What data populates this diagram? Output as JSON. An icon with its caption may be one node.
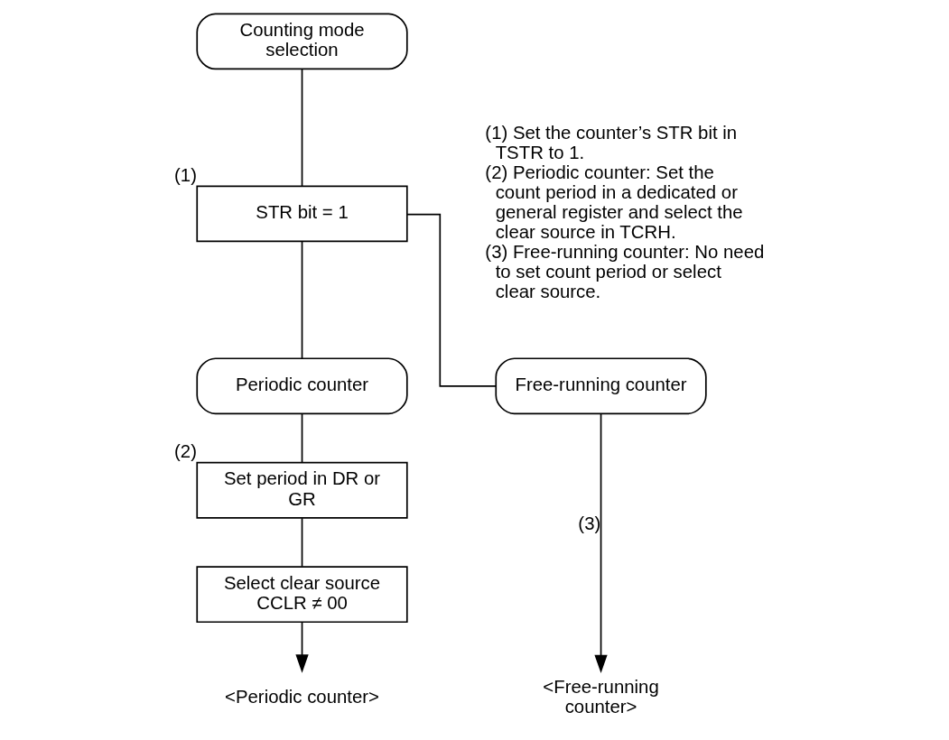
{
  "diagram": {
    "nodes": [
      {
        "text": [
          "Counting mode selection"
        ]
      },
      {
        "text": [
          "STR bit = 1"
        ],
        "beside": [
          "(1)"
        ]
      },
      {
        "text": [
          "Periodic counter"
        ]
      },
      {
        "text": [
          "Free-running counter"
        ]
      },
      {
        "text": [
          "Set period in DR or GR"
        ],
        "beside": [
          "(2)"
        ]
      },
      {
        "text": [
          "Select clear source CCLR ≠ 00"
        ]
      },
      {
        "text": [
          "<Periodic counter>"
        ]
      },
      {
        "text": [
          "<Free-running counter>"
        ]
      }
    ],
    "edges": [
      {
        "from": 0,
        "to": 1,
        "arrow": "none"
      },
      {
        "from": 1,
        "to": 2,
        "arrow": "none"
      },
      {
        "from": 1,
        "to": 3,
        "arrow": "none"
      },
      {
        "from": 2,
        "to": 4,
        "arrow": "none"
      },
      {
        "from": 4,
        "to": 5,
        "arrow": "none"
      },
      {
        "from": 5,
        "to": 6,
        "arrow": "to"
      },
      {
        "from": 3,
        "to": 7,
        "arrow": "to",
        "label": "(3)"
      }
    ],
    "labels": [
      "(1) Set the counter’s STR bit in TSTR to 1.",
      "(2) Periodic counter: Set the count period in a dedicated or general register and select the clear source in TCRH.",
      "(3) Free-running counter: No need to set count period or select clear source."
    ]
  }
}
